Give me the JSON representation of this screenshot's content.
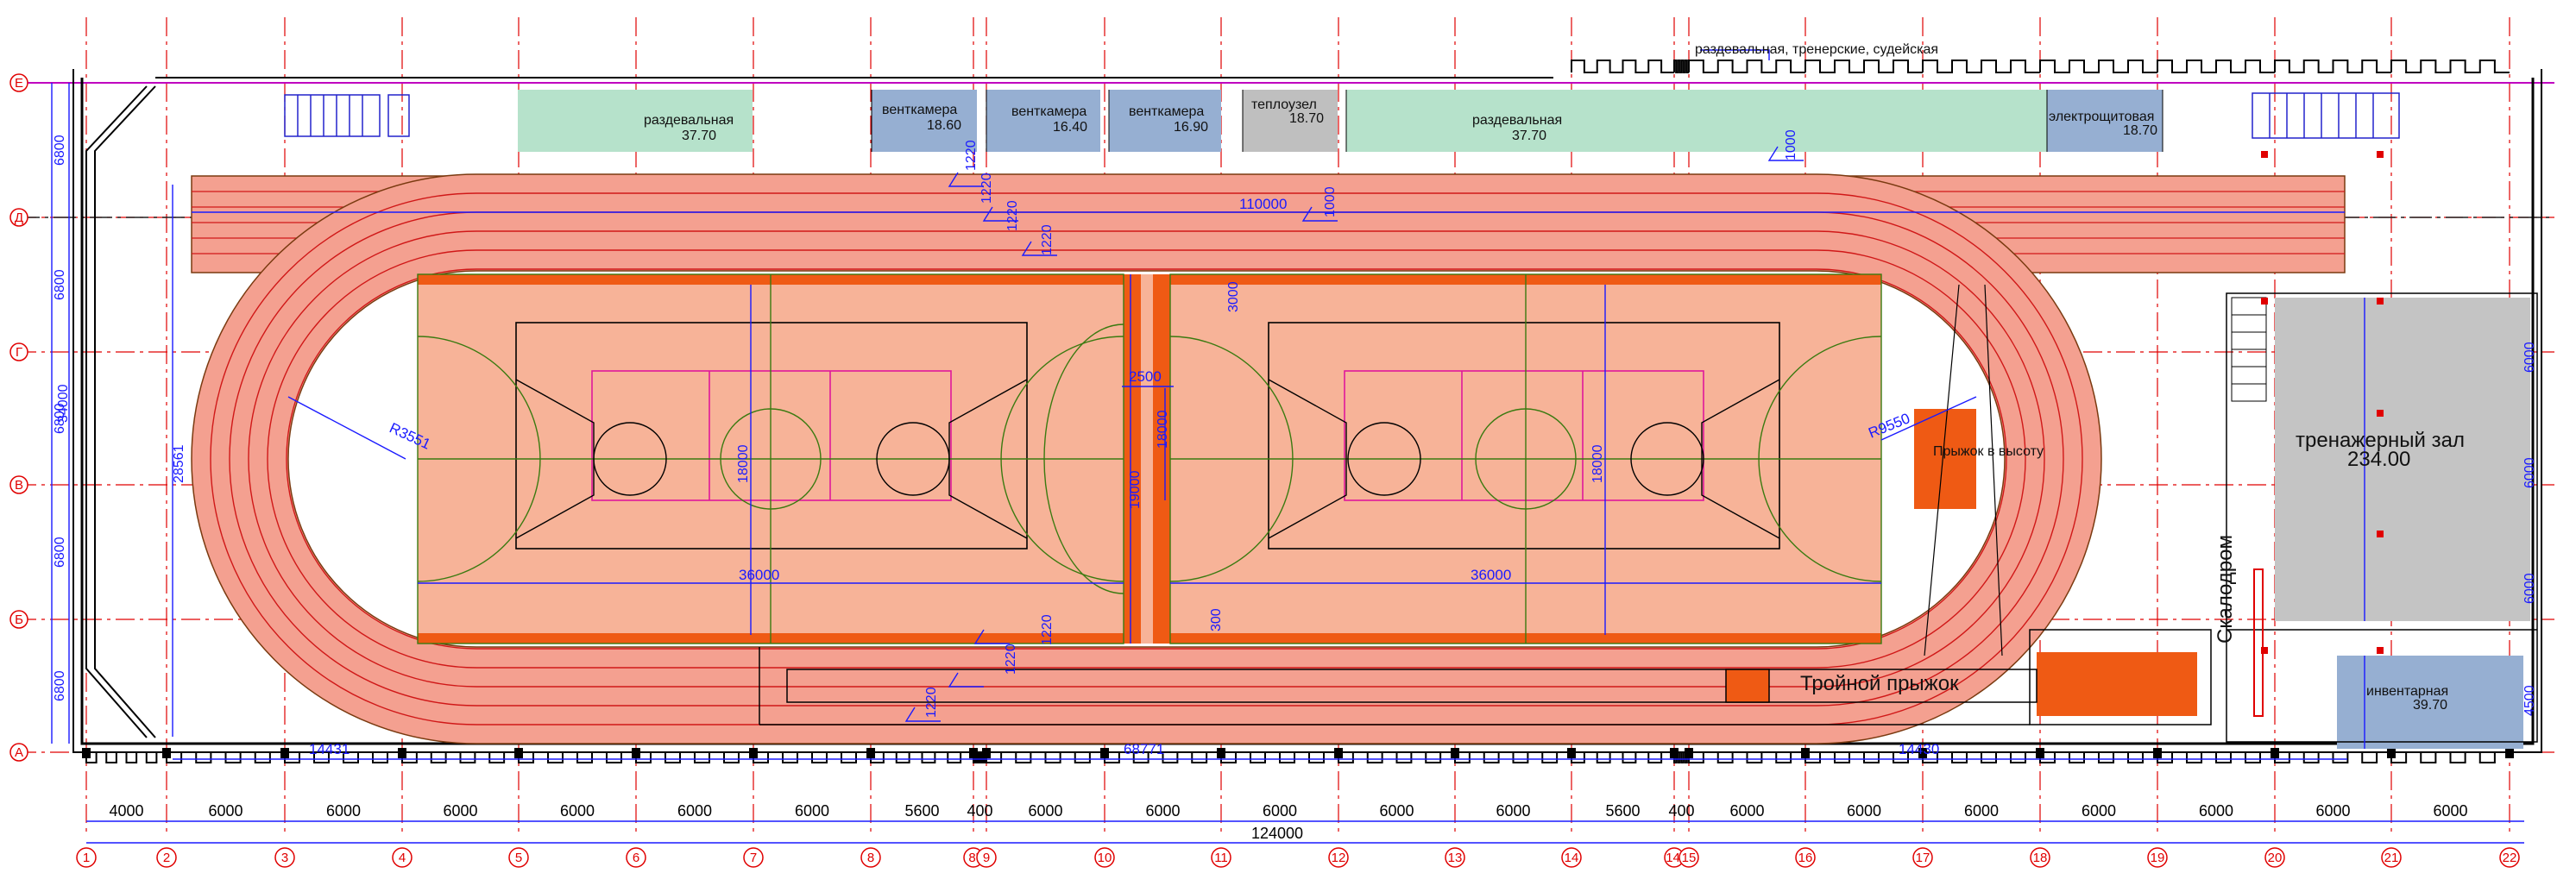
{
  "colors": {
    "track": "#f4a090",
    "track_lines": "#d01818",
    "court": "#f7b398",
    "accent": "#ef5a14",
    "changing": "#b6e2cb",
    "vent": "#96afd2",
    "tech": "#bfbfbf",
    "gym": "#c4c4c4",
    "dim": "#1a1aff",
    "grid": "#e00000",
    "wall": "#000000"
  },
  "rooms": {
    "razd1_name": "раздевальная",
    "razd1_area": "37.70",
    "vent1_name": "венткамера",
    "vent1_area": "18.60",
    "vent2_name": "венткамера",
    "vent2_area": "16.40",
    "vent3_name": "венткамера",
    "vent3_area": "16.90",
    "teplo_name": "теплоузел",
    "teplo_area": "18.70",
    "razd2_name": "раздевальная",
    "razd2_area": "37.70",
    "elec_name": "электрощитовая",
    "elec_area": "18.70",
    "upper_note": "раздевальная, тренерские, судейская",
    "gym_name": "тренажерный зал",
    "gym_area": "234.00",
    "inv_name": "инвентарная",
    "inv_area": "39.70",
    "climb": "Скалодром",
    "high_jump": "Прыжок в высоту",
    "triple_jump": "Тройной прыжок"
  },
  "dims": {
    "straight": "110000",
    "d_36000a": "36000",
    "d_36000b": "36000",
    "d_18000a": "18000",
    "d_18000b": "18000",
    "d_19000": "19000",
    "d_18000c": "18000",
    "d_2500": "2500",
    "d_3000": "3000",
    "d_300": "300",
    "d_R": "R3551",
    "d_R2": "R9550",
    "d_28561": "28561",
    "d_34000": "34000",
    "d_1220a": "1220",
    "d_1220b": "1220",
    "d_1220c": "1220",
    "d_1220d": "1220",
    "d_1220e": "1220",
    "d_1220f": "1220",
    "d_1220g": "1220",
    "d_1000a": "1000",
    "d_1000b": "1000",
    "d_14431": "14431",
    "d_68771": "68771",
    "d_14430": "14430",
    "d_124000": "124000",
    "d_6000r1": "6000",
    "d_6000r2": "6000",
    "d_6000r3": "6000",
    "d_4500": "4500"
  },
  "left_dims": [
    "6800",
    "6800",
    "6800",
    "6800",
    "6800",
    "6800"
  ],
  "row_axes": [
    "Е",
    "Д",
    "Г",
    "В",
    "Б",
    "А"
  ],
  "col_axes": [
    "1",
    "2",
    "3",
    "4",
    "5",
    "6",
    "7",
    "8",
    "8'",
    "9",
    "10",
    "11",
    "12",
    "13",
    "14",
    "14'",
    "15",
    "16",
    "17",
    "18",
    "19",
    "20",
    "21",
    "22"
  ],
  "col_dims": [
    "4000",
    "6000",
    "6000",
    "6000",
    "6000",
    "6000",
    "6000",
    "5600",
    "400",
    "6000",
    "6000",
    "6000",
    "6000",
    "6000",
    "5600",
    "400",
    "6000",
    "6000",
    "6000",
    "6000",
    "6000",
    "6000",
    "6000"
  ]
}
